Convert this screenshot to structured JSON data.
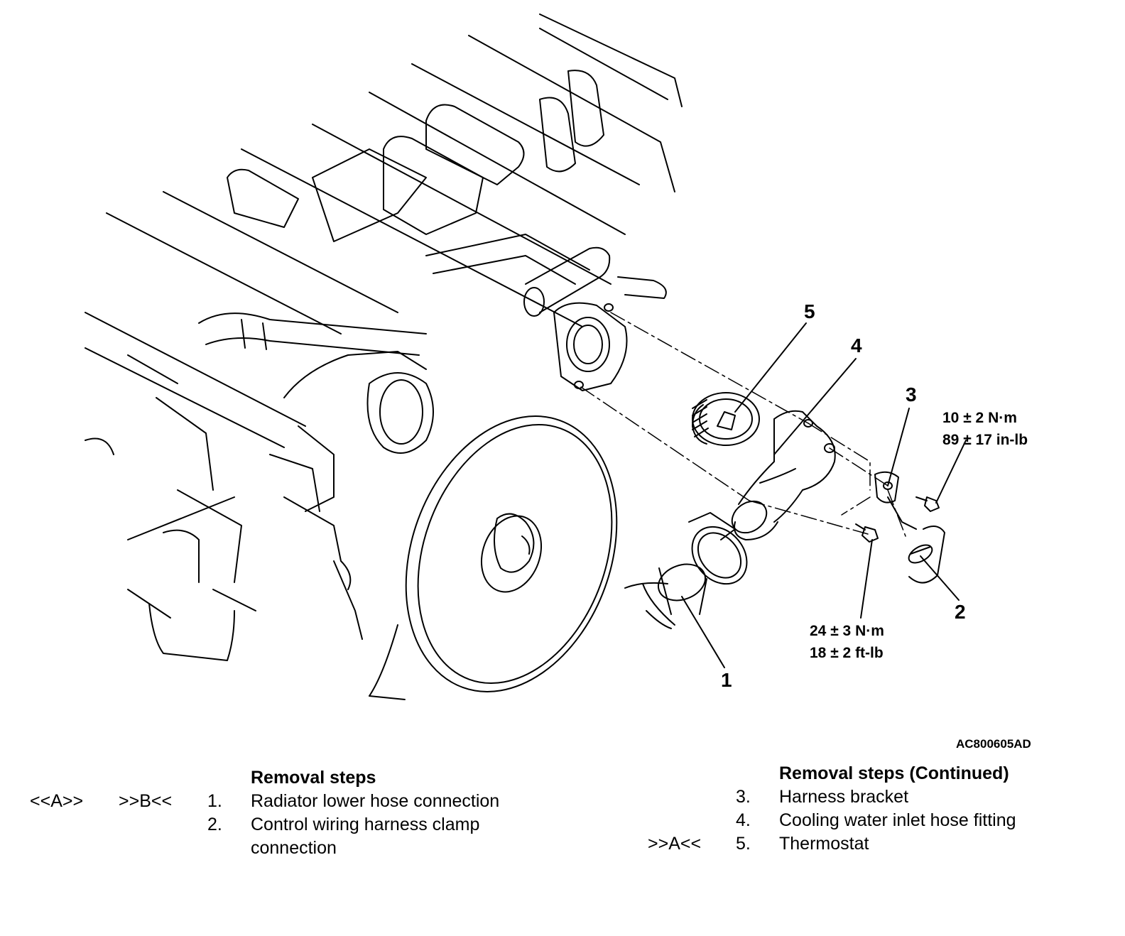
{
  "callouts": {
    "c1": "1",
    "c2": "2",
    "c3": "3",
    "c4": "4",
    "c5": "5"
  },
  "torque_specs": {
    "bracket_bolt": {
      "metric": "10 ± 2 N·m",
      "imperial": "89 ± 17 in-lb"
    },
    "fitting_bolt": {
      "metric": "24 ± 3 N·m",
      "imperial": "18 ± 2 ft-lb"
    }
  },
  "figure_id": "AC800605AD",
  "removal_steps": {
    "heading": "Removal steps",
    "steps": [
      {
        "mark_a": "<<A>>",
        "mark_b": ">>B<<",
        "number": "1.",
        "text": "Radiator lower hose connection"
      },
      {
        "mark_a": "",
        "mark_b": "",
        "number": "2.",
        "text": "Control wiring harness clamp",
        "text_cont": "connection"
      }
    ]
  },
  "removal_steps_continued": {
    "heading": "Removal steps (Continued)",
    "steps": [
      {
        "mark": "",
        "number": "3.",
        "text": "Harness bracket"
      },
      {
        "mark": "",
        "number": "4.",
        "text": "Cooling water inlet hose fitting"
      },
      {
        "mark": ">>A<<",
        "number": "5.",
        "text": "Thermostat"
      }
    ]
  }
}
